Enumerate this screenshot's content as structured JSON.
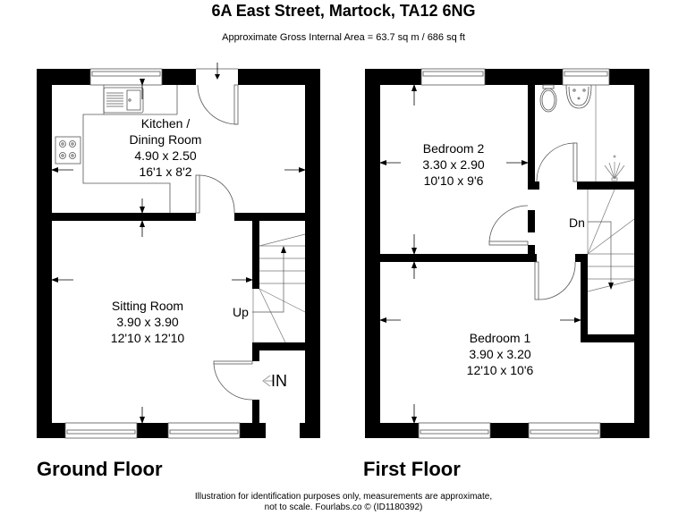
{
  "header": {
    "title": "6A East Street, Martock, TA12 6NG",
    "subtitle": "Approximate Gross Internal Area = 63.7 sq m / 686 sq ft"
  },
  "ground_floor": {
    "label": "Ground Floor",
    "rooms": [
      {
        "name_line1": "Kitchen /",
        "name_line2": "Dining Room",
        "metric": "4.90 x 2.50",
        "imperial": "16'1 x 8'2"
      },
      {
        "name": "Sitting Room",
        "metric": "3.90 x 3.90",
        "imperial": "12'10 x 12'10"
      }
    ],
    "stairs_label": "Up",
    "entrance_label": "IN"
  },
  "first_floor": {
    "label": "First Floor",
    "rooms": [
      {
        "name": "Bedroom 2",
        "metric": "3.30 x 2.90",
        "imperial": "10'10 x 9'6"
      },
      {
        "name": "Bedroom 1",
        "metric": "3.90 x 3.20",
        "imperial": "12'10 x 10'6"
      }
    ],
    "stairs_label": "Dn"
  },
  "footer": {
    "line1": "Illustration for identification purposes only, measurements are approximate,",
    "line2": "not to scale. Fourlabs.co © (ID1180392)"
  },
  "colors": {
    "wall": "#000000",
    "line": "#555555",
    "background": "#ffffff",
    "entrance_arrow": "#999999"
  }
}
